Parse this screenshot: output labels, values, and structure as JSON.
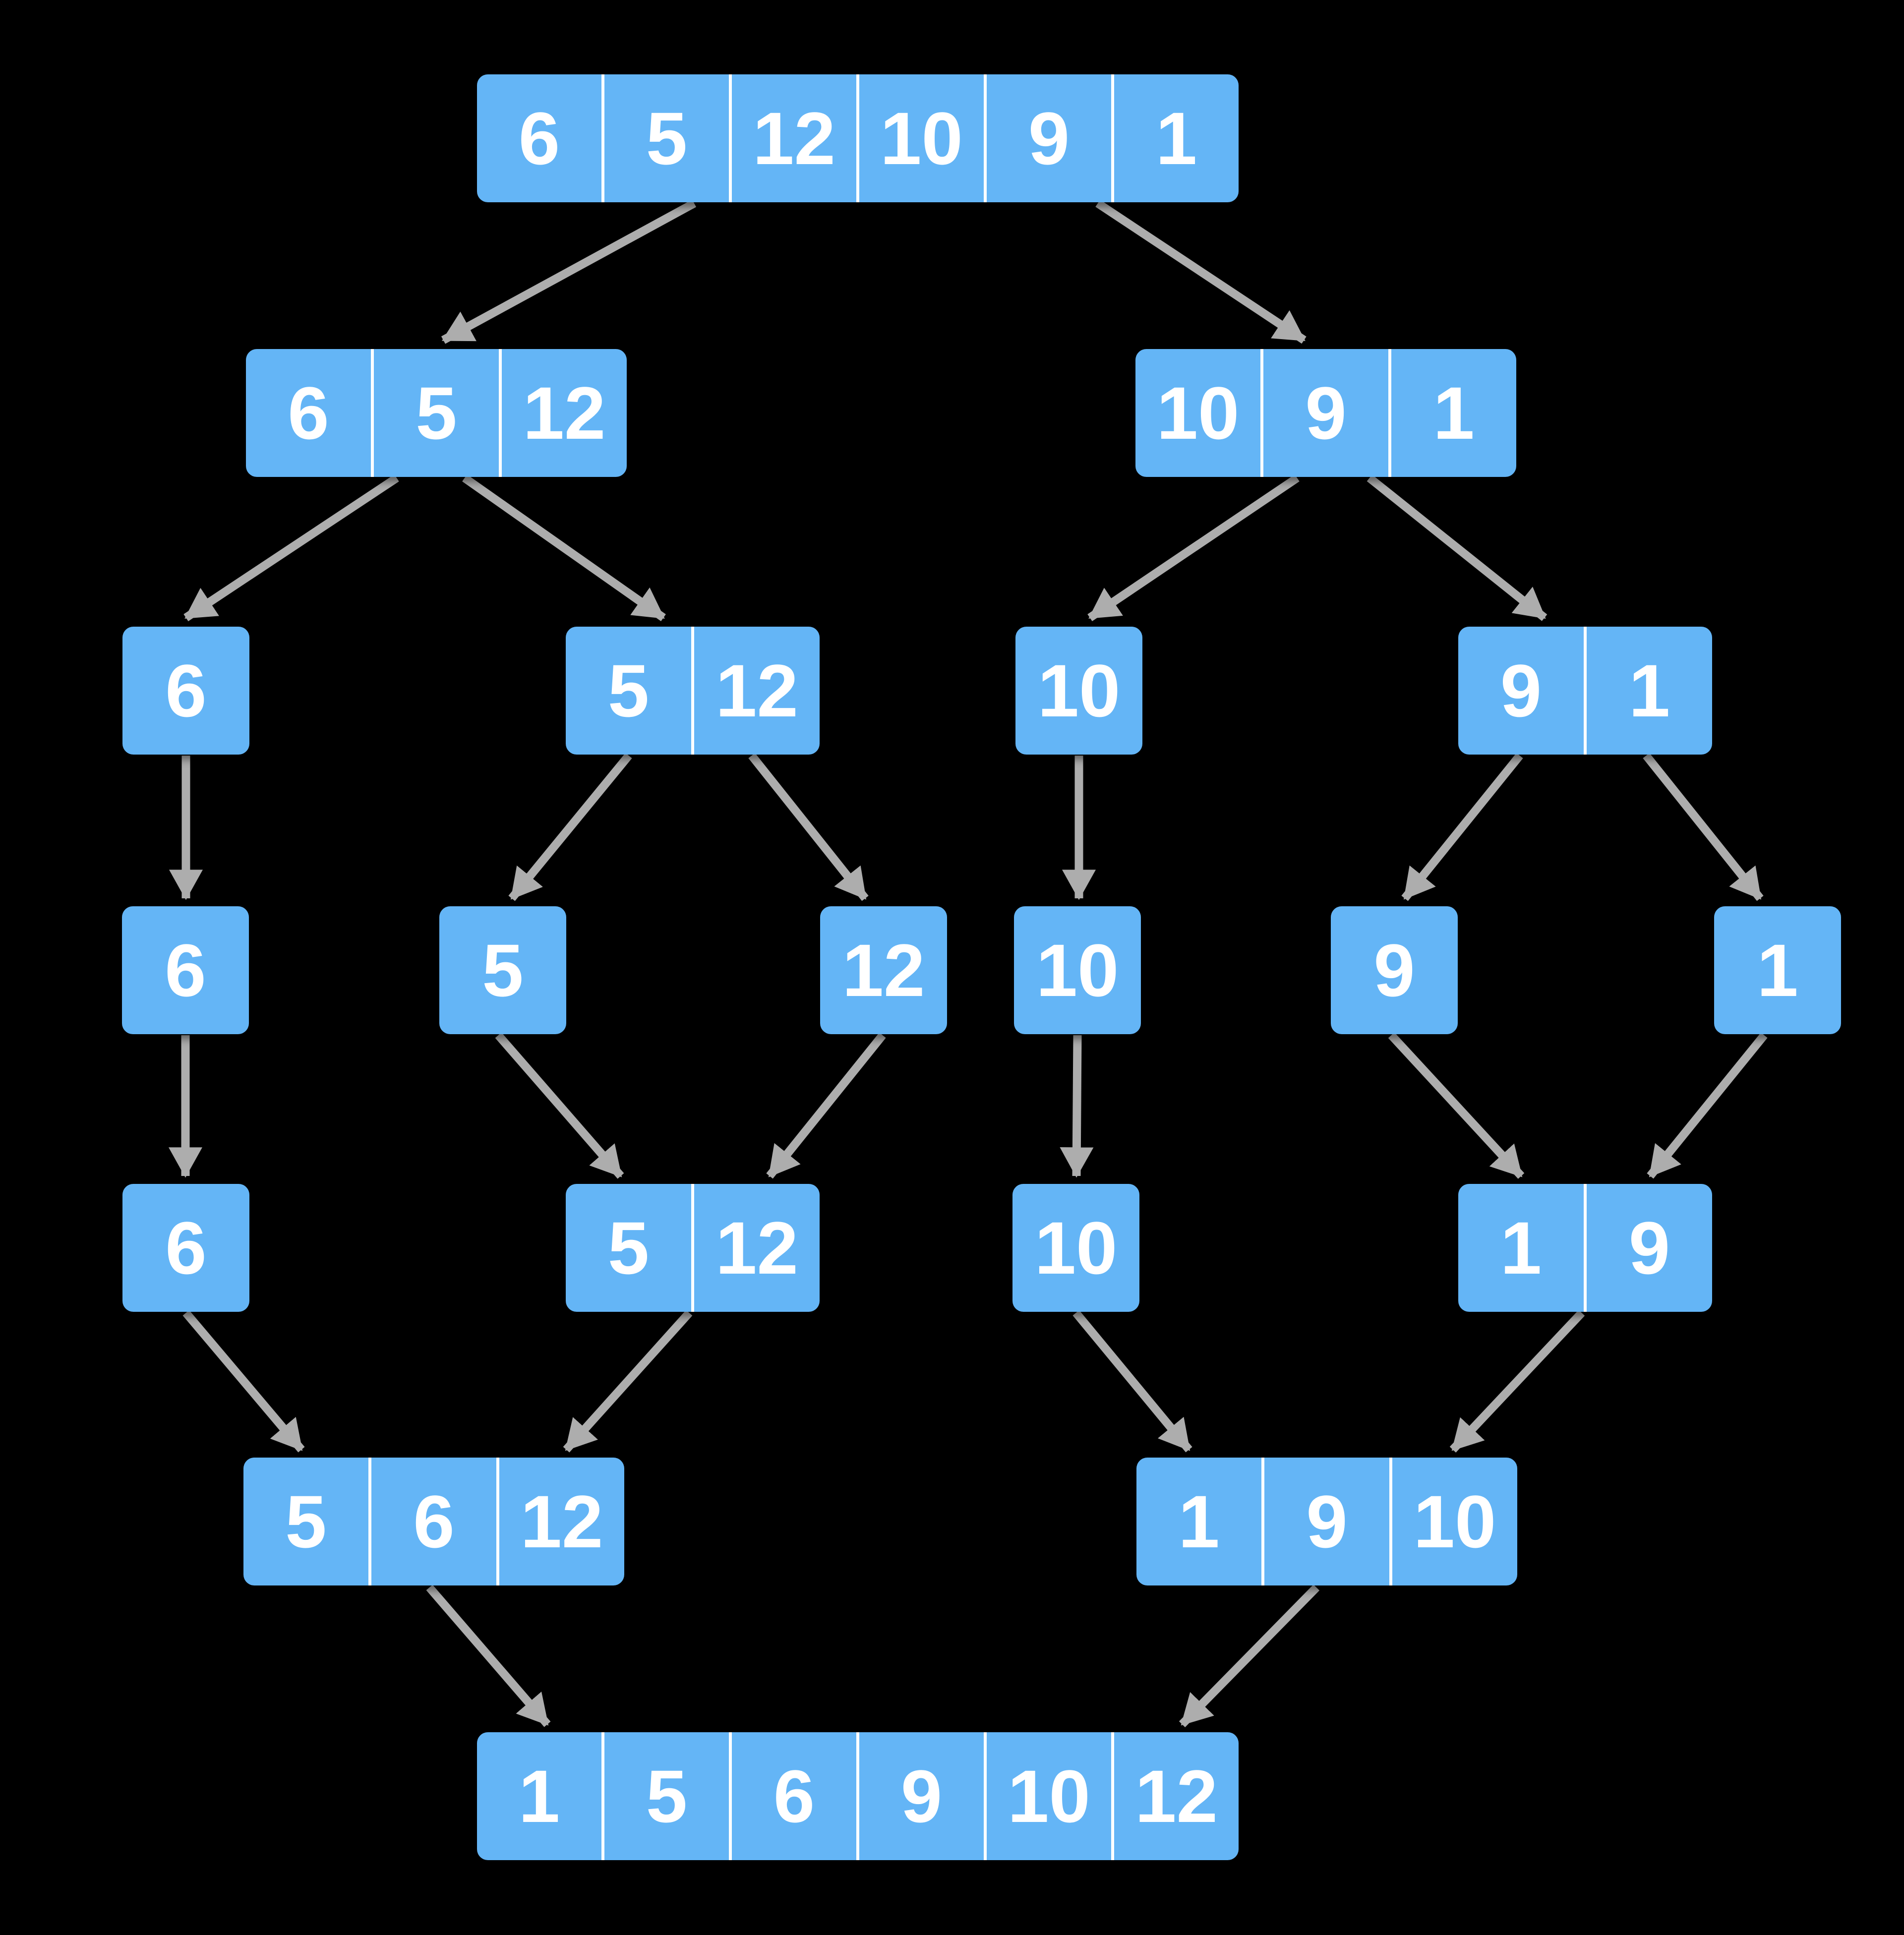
{
  "palette": {
    "background": "#000000",
    "box_fill": "#64B5F6",
    "divider": "#FFFFFF",
    "digit": "#FFFFFF",
    "arrow": "#ADADAD"
  },
  "nodes": [
    {
      "id": "l1-array",
      "values": [
        "6",
        "5",
        "12",
        "10",
        "9",
        "1"
      ]
    },
    {
      "id": "l2-left",
      "values": [
        "6",
        "5",
        "12"
      ]
    },
    {
      "id": "l2-right",
      "values": [
        "10",
        "9",
        "1"
      ]
    },
    {
      "id": "l3-6",
      "values": [
        "6"
      ]
    },
    {
      "id": "l3-5-12",
      "values": [
        "5",
        "12"
      ]
    },
    {
      "id": "l3-10",
      "values": [
        "10"
      ]
    },
    {
      "id": "l3-9-1",
      "values": [
        "9",
        "1"
      ]
    },
    {
      "id": "l4-6",
      "values": [
        "6"
      ]
    },
    {
      "id": "l4-5",
      "values": [
        "5"
      ]
    },
    {
      "id": "l4-12",
      "values": [
        "12"
      ]
    },
    {
      "id": "l4-10",
      "values": [
        "10"
      ]
    },
    {
      "id": "l4-9",
      "values": [
        "9"
      ]
    },
    {
      "id": "l4-1",
      "values": [
        "1"
      ]
    },
    {
      "id": "l5-6",
      "values": [
        "6"
      ]
    },
    {
      "id": "l5-5-12",
      "values": [
        "5",
        "12"
      ]
    },
    {
      "id": "l5-10",
      "values": [
        "10"
      ]
    },
    {
      "id": "l5-1-9",
      "values": [
        "1",
        "9"
      ]
    },
    {
      "id": "l6-5-6-12",
      "values": [
        "5",
        "6",
        "12"
      ]
    },
    {
      "id": "l6-1-9-10",
      "values": [
        "1",
        "9",
        "10"
      ]
    },
    {
      "id": "l7-sorted",
      "values": [
        "1",
        "5",
        "6",
        "9",
        "10",
        "12"
      ]
    }
  ],
  "edges": [
    {
      "from": "l1-array",
      "to": "l2-left"
    },
    {
      "from": "l1-array",
      "to": "l2-right"
    },
    {
      "from": "l2-left",
      "to": "l3-6"
    },
    {
      "from": "l2-left",
      "to": "l3-5-12"
    },
    {
      "from": "l2-right",
      "to": "l3-10"
    },
    {
      "from": "l2-right",
      "to": "l3-9-1"
    },
    {
      "from": "l3-6",
      "to": "l4-6"
    },
    {
      "from": "l3-5-12",
      "to": "l4-5"
    },
    {
      "from": "l3-5-12",
      "to": "l4-12"
    },
    {
      "from": "l3-10",
      "to": "l4-10"
    },
    {
      "from": "l3-9-1",
      "to": "l4-9"
    },
    {
      "from": "l3-9-1",
      "to": "l4-1"
    },
    {
      "from": "l4-6",
      "to": "l5-6"
    },
    {
      "from": "l4-5",
      "to": "l5-5-12"
    },
    {
      "from": "l4-12",
      "to": "l5-5-12"
    },
    {
      "from": "l4-10",
      "to": "l5-10"
    },
    {
      "from": "l4-9",
      "to": "l5-1-9"
    },
    {
      "from": "l4-1",
      "to": "l5-1-9"
    },
    {
      "from": "l5-6",
      "to": "l6-5-6-12"
    },
    {
      "from": "l5-5-12",
      "to": "l6-5-6-12"
    },
    {
      "from": "l5-10",
      "to": "l6-1-9-10"
    },
    {
      "from": "l5-1-9",
      "to": "l6-1-9-10"
    },
    {
      "from": "l6-5-6-12",
      "to": "l7-sorted"
    },
    {
      "from": "l6-1-9-10",
      "to": "l7-sorted"
    }
  ]
}
